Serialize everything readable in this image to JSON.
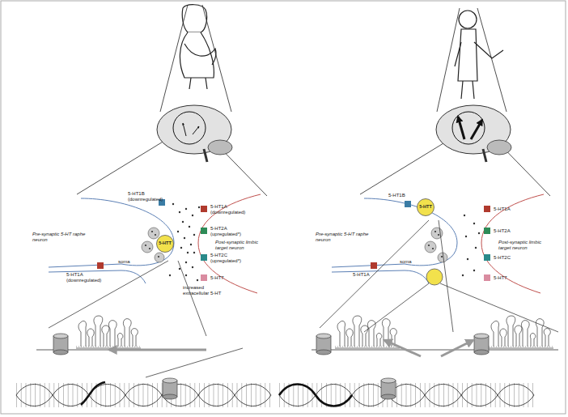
{
  "diagram": {
    "nodes": [
      {
        "text": [
          "5-HTT"
        ]
      },
      {
        "text": [
          "5-HTT"
        ]
      }
    ],
    "labels": [
      "Pre-synaptic 5-HT raphe neuron",
      "5-HT1B (downregulated)",
      "5-HT1A (downregulated)",
      "5-HT2A (upregulated*)",
      "Post-synaptic limbic target neuron",
      "5-HT2C (upregulated*)",
      "5-HT7",
      "soma",
      "5-HT1A (downregulated)",
      "increased extracellular 5-HT",
      "5-HT1B",
      "Pre-synaptic 5-HT raphe neuron",
      "5-HT1A",
      "5-HT2A",
      "Post-synaptic limbic target neuron",
      "5-HT2C",
      "5-HT7",
      "soma",
      "5-HT1A"
    ]
  }
}
